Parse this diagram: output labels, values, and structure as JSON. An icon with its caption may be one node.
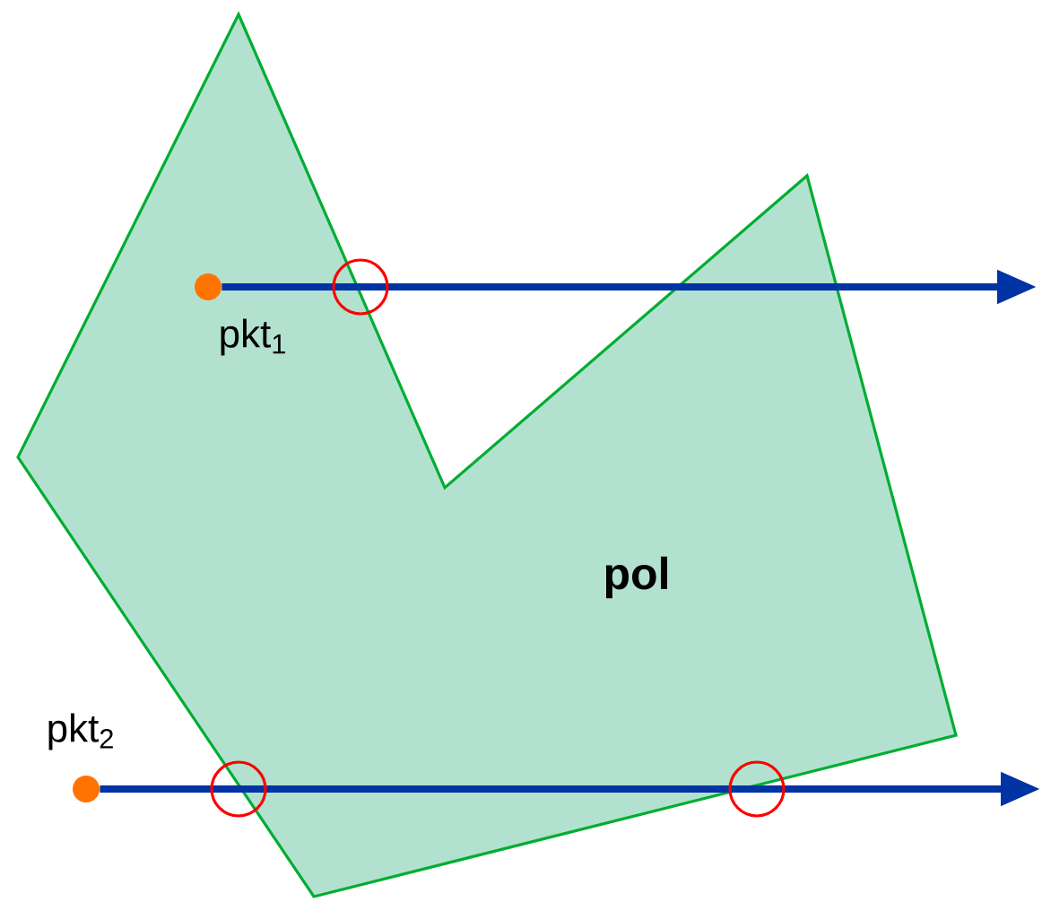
{
  "diagram": {
    "nodes": [
      {
        "text": [
          "pol"
        ]
      },
      {
        "text": [
          "pkt$_{1}$"
        ],
        "in": 0
      },
      {
        "text": [
          "pkt$_{2}$"
        ]
      }
    ],
    "edges": [
      {
        "from": 1,
        "to": null,
        "arrow": "to"
      },
      {
        "from": 2,
        "to": null,
        "arrow": "to"
      }
    ]
  }
}
